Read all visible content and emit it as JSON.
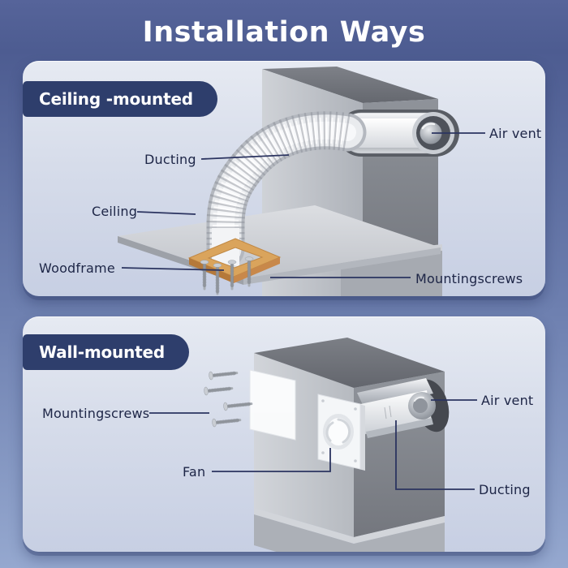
{
  "page": {
    "title": "Installation Ways"
  },
  "colors": {
    "background_top": "#4d5c91",
    "background_bottom": "#95a8cf",
    "panel_background": "#d9dfec",
    "badge_background": "#2e3e6c",
    "label_text": "#1d2546",
    "leader_line": "#2b3460",
    "wood_frame": "#daa45c",
    "metal_light": "#f2f3f5",
    "metal_dark": "#74777e"
  },
  "sections": [
    {
      "badge": "Ceiling -mounted",
      "illustration": "exploded view of ceiling-mounted duct fan: soffit block with air vent, flexible corrugated ducting, ceiling slab, wood frame, mounting screws",
      "labels": [
        {
          "id": "air-vent",
          "text": "Air vent"
        },
        {
          "id": "ducting",
          "text": "Ducting"
        },
        {
          "id": "ceiling",
          "text": "Ceiling"
        },
        {
          "id": "woodframe",
          "text": "Woodframe"
        },
        {
          "id": "mounting-screws",
          "text": "Mountingscrews"
        }
      ]
    },
    {
      "badge": "Wall-mounted",
      "illustration": "exploded view of wall-mounted duct fan: wall block with fan unit, mounting screws, ducting tube, air vent",
      "labels": [
        {
          "id": "mounting-screws",
          "text": "Mountingscrews"
        },
        {
          "id": "air-vent",
          "text": "Air vent"
        },
        {
          "id": "fan",
          "text": "Fan"
        },
        {
          "id": "ducting",
          "text": "Ducting"
        }
      ]
    }
  ]
}
